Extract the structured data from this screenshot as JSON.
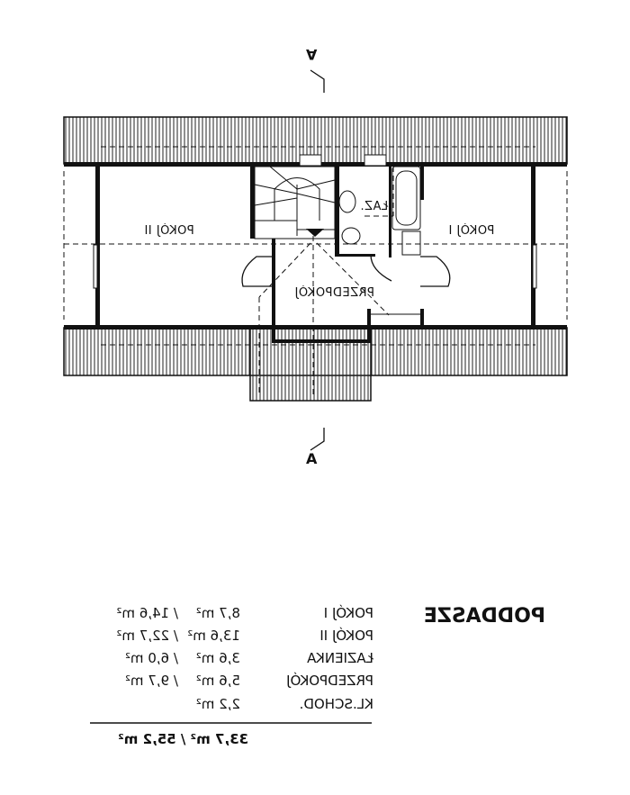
{
  "plan": {
    "rooms": {
      "pokoj_ii": "POKÓJ II",
      "pokoj_i": "POKÓJ I",
      "laz": "ŁAZ.",
      "przedpokoj": "PRZEDPOKÓJ"
    },
    "section_marker_top": "A",
    "section_marker_bottom": "A"
  },
  "legend": {
    "title": "PODDASZE",
    "rows": [
      {
        "name": "POKÓJ I",
        "area": "8,7 m²",
        "total": "/ 14,6 m²"
      },
      {
        "name": "POKÓJ II",
        "area": "13,6 m²",
        "total": "/ 22,7 m²"
      },
      {
        "name": "ŁAZIENKA",
        "area": "3,6 m²",
        "total": "/  6,0 m²"
      },
      {
        "name": "PRZEDPOKÓJ",
        "area": "5,6 m²",
        "total": "/  9,7 m²"
      },
      {
        "name": "KL.SCHOD.",
        "area": "2,2 m²",
        "total": ""
      }
    ],
    "sum": "33,7 m² / 55,2 m²"
  }
}
